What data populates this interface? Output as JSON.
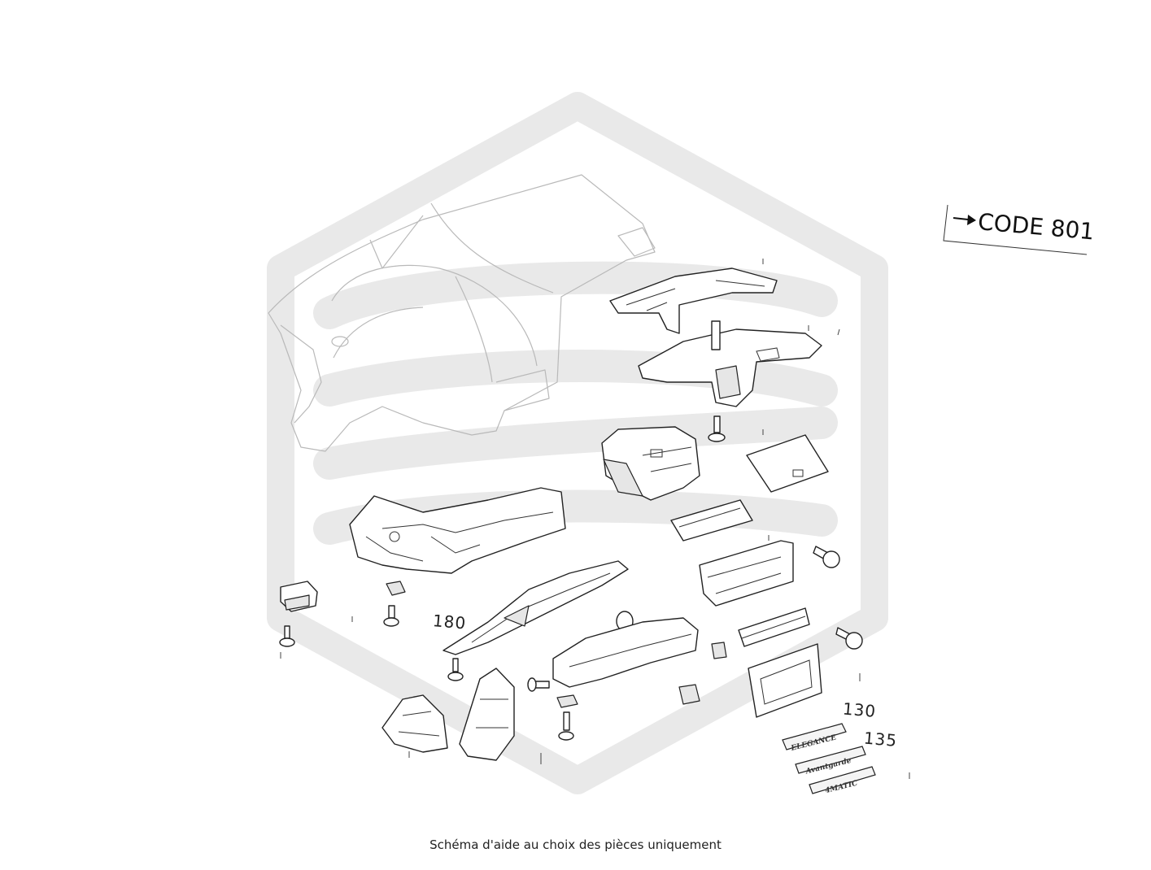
{
  "caption": "Schéma d'aide au choix des pièces uniquement",
  "code_label": "CODE 801",
  "part_labels": {
    "p180": "180",
    "p130": "130",
    "p135": "135"
  },
  "badges": {
    "elegance": "ELEGANCE",
    "avantgarde": "Avantgarde",
    "matic": "4MATIC"
  },
  "colors": {
    "watermark": "#e9e9e9",
    "line": "#222222"
  }
}
